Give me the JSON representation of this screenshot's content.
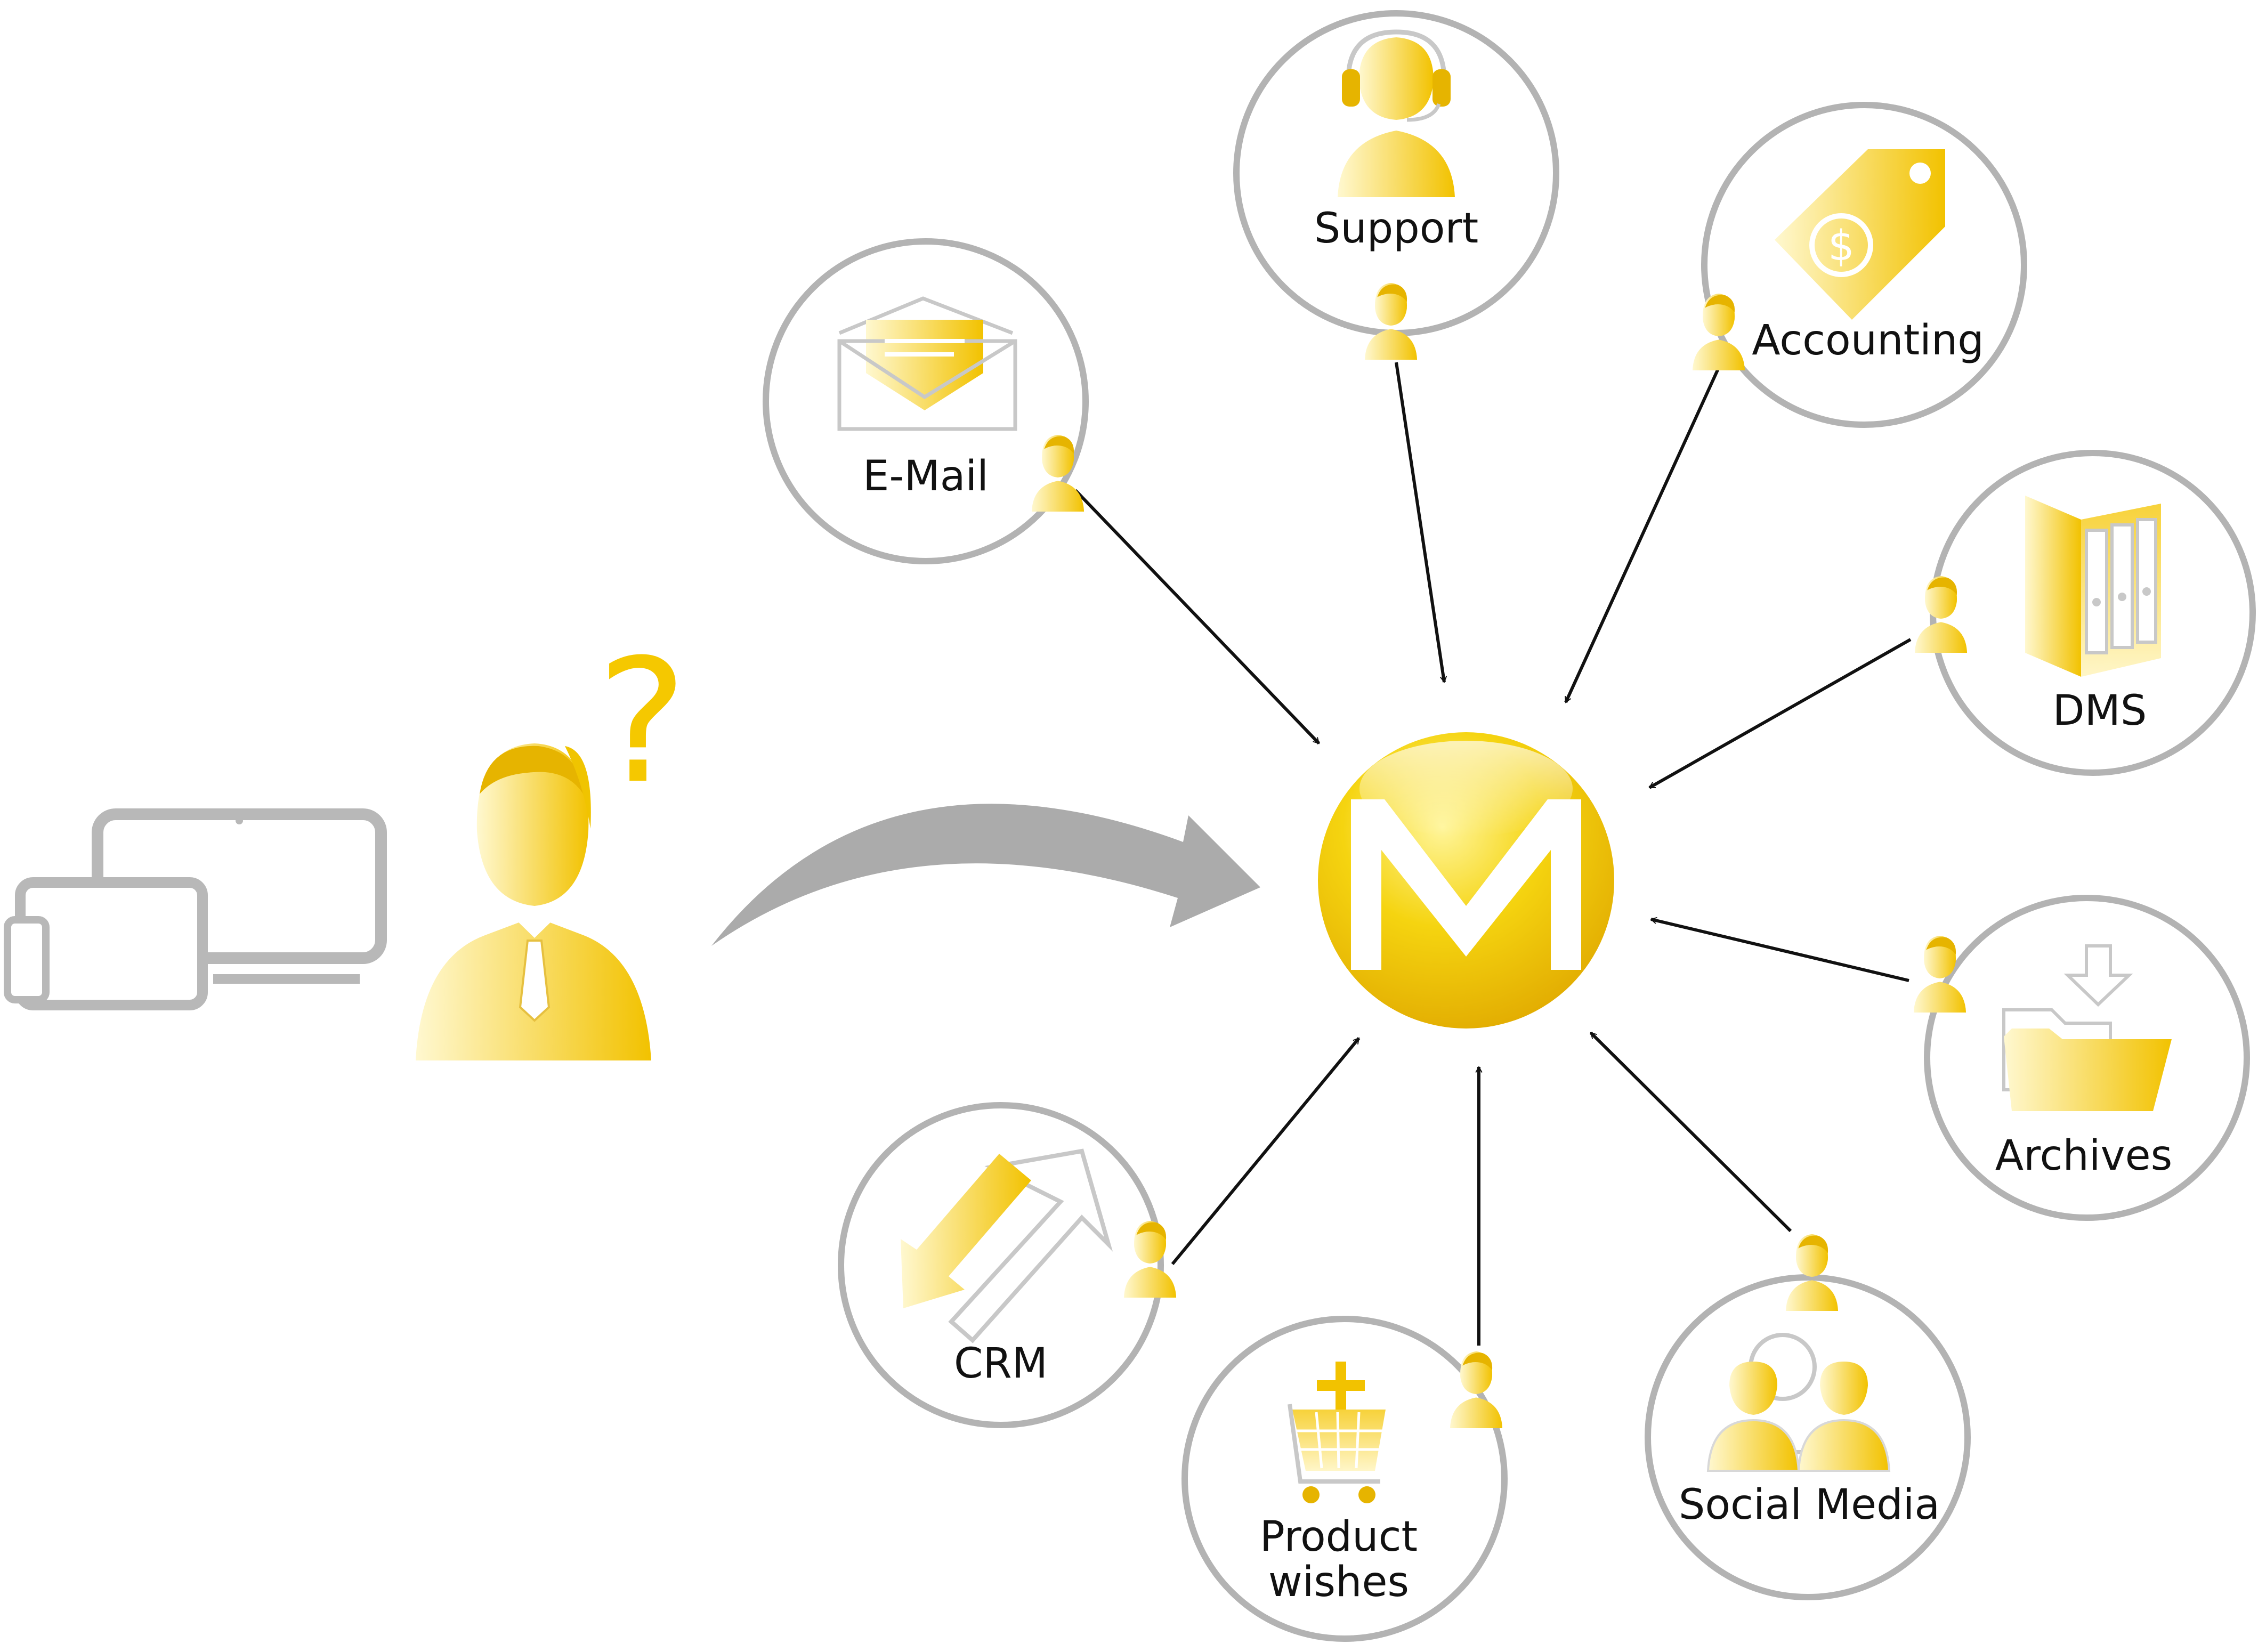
{
  "colors": {
    "accent": "#f2c200",
    "accent_light": "#fff3b0",
    "ring": "#b3b3b3",
    "device": "#b8b8b8",
    "connector": "#111111",
    "arrow": "#ababab"
  },
  "center": {
    "logo_letter": "M",
    "icon": "m-logo-icon"
  },
  "user": {
    "question_mark": "?",
    "icon": "confused-user-icon"
  },
  "devices": {
    "icon": "devices-icon"
  },
  "nodes": [
    {
      "id": "email",
      "label": "E-Mail",
      "icon": "envelope-icon"
    },
    {
      "id": "support",
      "label": "Support",
      "icon": "headset-agent-icon"
    },
    {
      "id": "accounting",
      "label": "Accounting",
      "icon": "price-tag-icon"
    },
    {
      "id": "dms",
      "label": "DMS",
      "icon": "binder-folder-icon"
    },
    {
      "id": "archives",
      "label": "Archives",
      "icon": "archive-folder-icon"
    },
    {
      "id": "social",
      "label": "Social Media",
      "icon": "people-network-icon"
    },
    {
      "id": "product",
      "label_lines": [
        "Product",
        "wishes"
      ],
      "icon": "shopping-cart-icon"
    },
    {
      "id": "crm",
      "label": "CRM",
      "icon": "crm-arrows-icon"
    }
  ]
}
